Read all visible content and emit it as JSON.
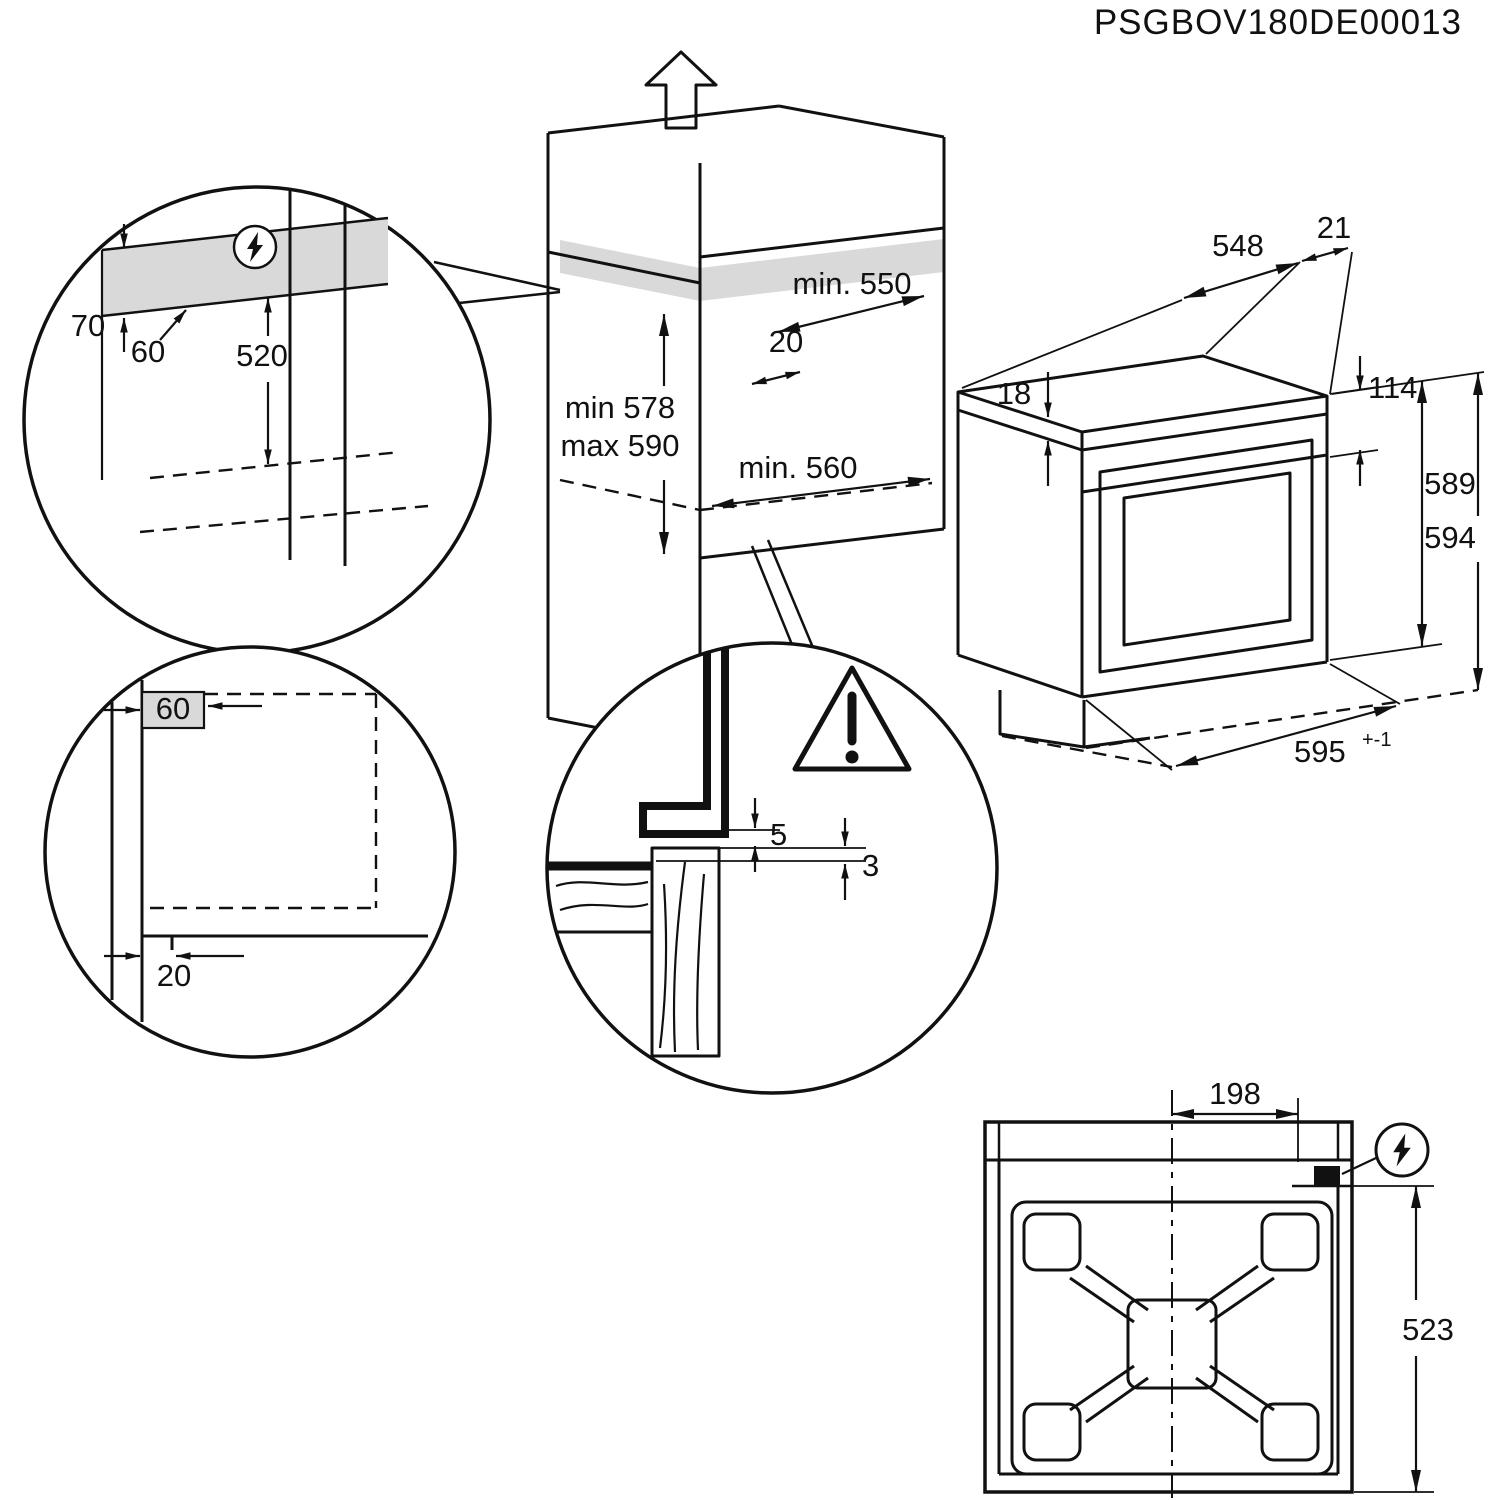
{
  "part_number": "PSGBOV180DE00013",
  "colors": {
    "line": "#111111",
    "shade": "#d9d9d9",
    "background": "#ffffff"
  },
  "niche": {
    "depth_label": "min. 550",
    "top_offset": "20",
    "height_min": "min 578",
    "height_max": "max 590",
    "width_label": "min. 560"
  },
  "oven": {
    "depth": "548",
    "overhang": "21",
    "top_thickness": "18",
    "panel_height": "114",
    "height_body": "589",
    "height_total": "594",
    "width": "595",
    "width_tolerance": "+-1"
  },
  "top_detail": {
    "recess_height": "70",
    "recess_depth": "60",
    "shelf_distance": "520"
  },
  "bottom_detail": {
    "recess_width": "60",
    "plinth_gap": "20"
  },
  "gap_detail": {
    "rear_gap": "5",
    "front_gap": "3"
  },
  "rear_view": {
    "connection_offset": "198",
    "connection_height": "523"
  }
}
